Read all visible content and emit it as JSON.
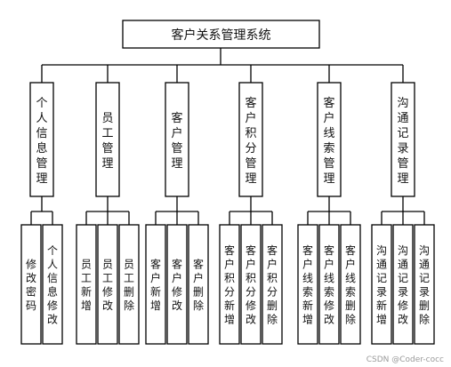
{
  "root": {
    "label": "客户关系管理系统"
  },
  "modules": [
    {
      "label": "个人信息管理",
      "children": [
        "修改密码",
        "个人信息修改"
      ]
    },
    {
      "label": "员工管理",
      "children": [
        "员工新增",
        "员工修改",
        "员工删除"
      ]
    },
    {
      "label": "客户管理",
      "children": [
        "客户新增",
        "客户修改",
        "客户删除"
      ]
    },
    {
      "label": "客户积分管理",
      "children": [
        "客户积分新增",
        "客户积分修改",
        "客户积分删除"
      ]
    },
    {
      "label": "客户线索管理",
      "children": [
        "客户线索新增",
        "客户线索修改",
        "客户线索删除"
      ]
    },
    {
      "label": "沟通记录管理",
      "children": [
        "沟通记录新增",
        "沟通记录修改",
        "沟通记录删除"
      ]
    }
  ],
  "watermark": "CSDN @Coder-cocc",
  "colors": {
    "line": "#000000",
    "box_fill": "#ffffff",
    "text": "#111111",
    "watermark": "#9a9a9a"
  }
}
